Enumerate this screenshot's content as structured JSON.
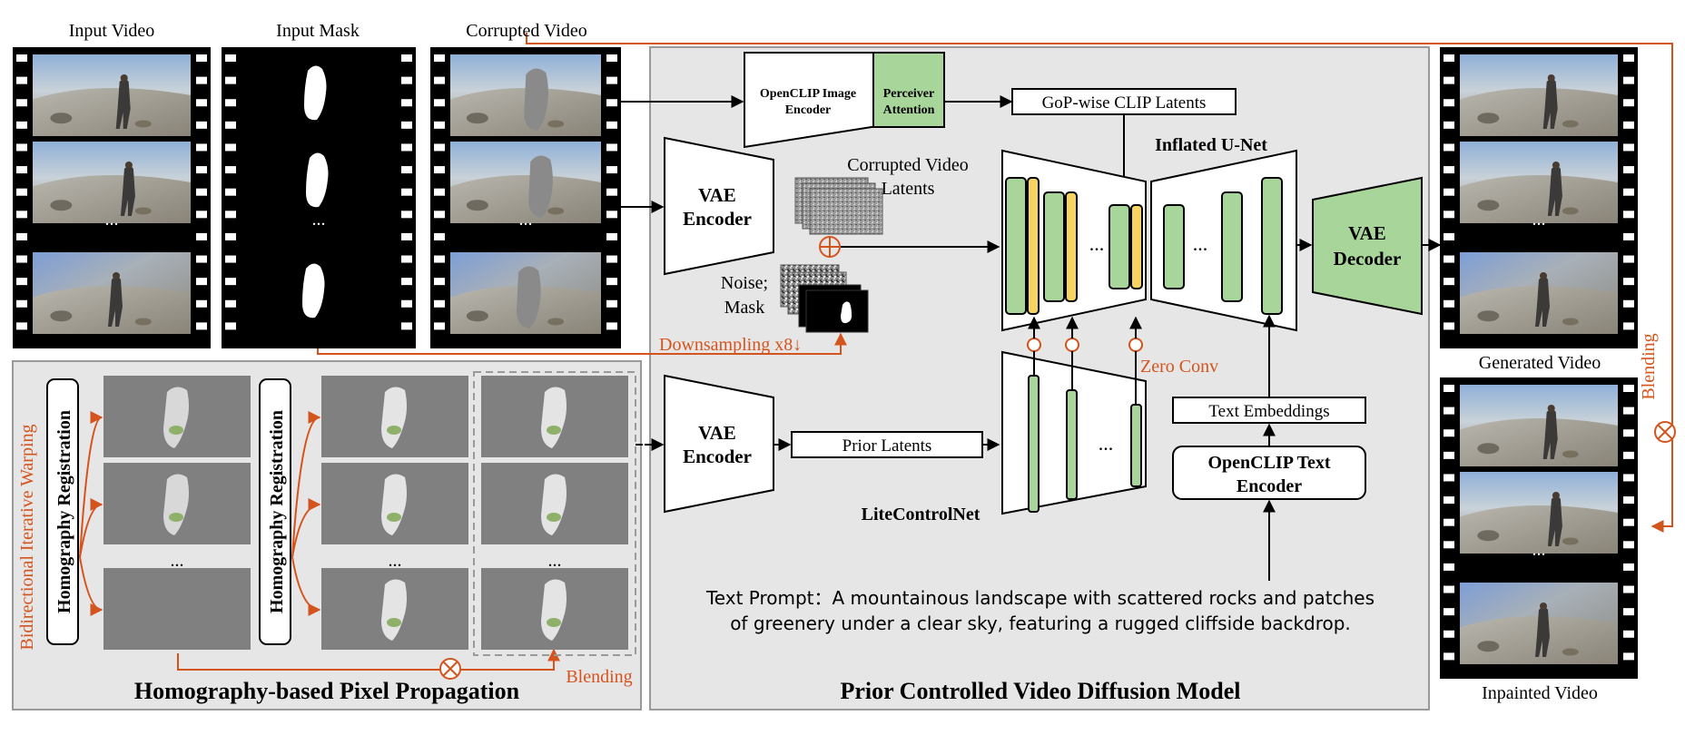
{
  "film": {
    "input_video": "Input Video",
    "input_mask": "Input Mask",
    "corrupted_video": "Corrupted Video",
    "generated_video": "Generated Video",
    "inpainted_video": "Inpainted Video",
    "ellipsis": "..."
  },
  "top": {
    "openclip_image_encoder": [
      "OpenCLIP Image",
      "Encoder"
    ],
    "perceiver_attention": [
      "Perceiver",
      "Attention"
    ],
    "gop_clip_latents": "GoP-wise CLIP Latents",
    "inflated_unet": "Inflated U-Net",
    "vae_encoder": [
      "VAE",
      "Encoder"
    ],
    "corrupted_video_latents": [
      "Corrupted Video",
      "Latents"
    ],
    "noise_mask": [
      "Noise;",
      "Mask"
    ],
    "vae_decoder": [
      "VAE",
      "Decoder"
    ],
    "downsampling": "Downsampling x8↓",
    "zero_conv": "Zero Conv",
    "text_embeddings": "Text Embeddings",
    "openclip_text_encoder": [
      "OpenCLIP Text",
      "Encoder"
    ],
    "prior_latents": "Prior Latents",
    "vae_encoder_2": [
      "VAE",
      "Encoder"
    ],
    "litecontrolnet": "LiteControlNet",
    "text_prompt": [
      "Text Prompt：A mountainous landscape with scattered rocks and patches",
      "of greenery under a clear sky, featuring a rugged cliffside backdrop."
    ],
    "blending_right": "Blending"
  },
  "homography": {
    "side_label": "Bidirectional Iterative Warping",
    "registration": "Homography Registration",
    "blending": "Blending",
    "title": "Homography-based Pixel Propagation"
  },
  "diffusion": {
    "title": "Prior Controlled Video Diffusion Model"
  },
  "colors": {
    "orange": "#d4541e",
    "green": "#a8d69a",
    "yellow": "#f7d460",
    "panel": "#e6e6e6",
    "gray_frame": "#808080"
  }
}
